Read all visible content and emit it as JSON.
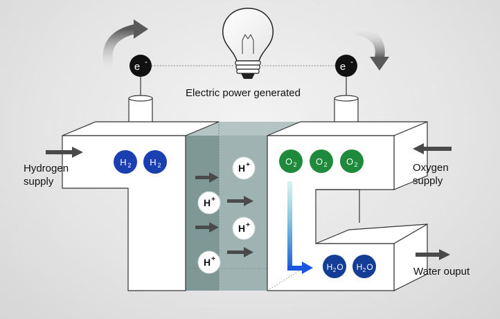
{
  "labels": {
    "power": "Electric power generated",
    "hydrogen_line1": "Hydrogen",
    "hydrogen_line2": "supply",
    "oxygen_line1": "Oxygen",
    "oxygen_line2": "supply",
    "water": "Water ouput"
  },
  "electron": {
    "symbol": "e",
    "charge": "-"
  },
  "hydrogen_molecule": {
    "base": "H",
    "sub": "2"
  },
  "oxygen_molecule": {
    "base": "O",
    "sub": "2"
  },
  "proton": {
    "base": "H",
    "sup": "+"
  },
  "water_molecule": {
    "base": "H",
    "sub": "2",
    "tail": "O"
  },
  "colors": {
    "hydrogen": "#1a3fb0",
    "oxygen": "#1f8a3c",
    "water": "#143d96",
    "electron": "#111111",
    "membrane": "#8fa5a3",
    "arrow": "#4a4a4a",
    "flow_arrow": "#1a56e0"
  },
  "icons": [
    "light-bulb-icon",
    "curved-arrow-icon",
    "flow-arrow-icon"
  ]
}
